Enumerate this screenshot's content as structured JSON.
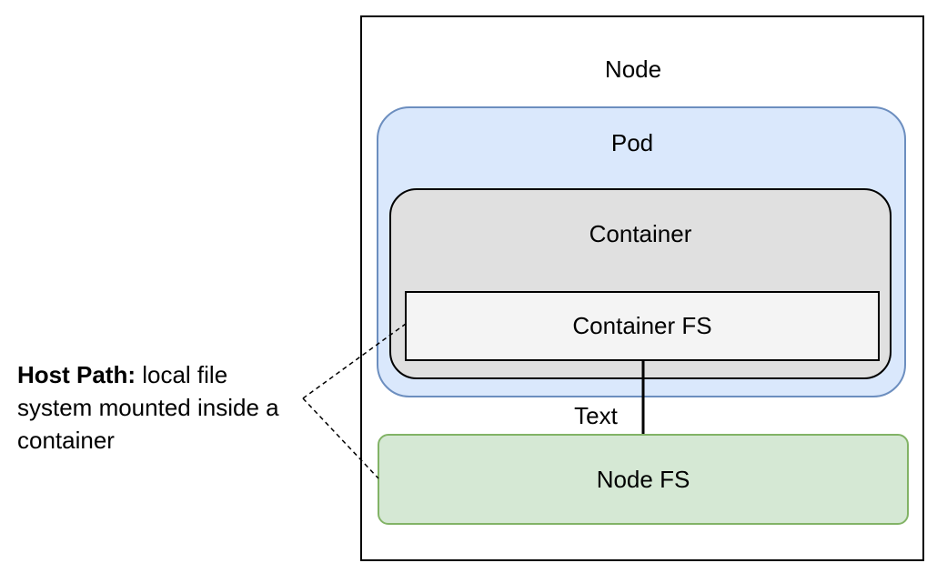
{
  "diagram": {
    "node": {
      "label": "Node"
    },
    "pod": {
      "label": "Pod"
    },
    "container": {
      "label": "Container"
    },
    "container_fs": {
      "label": "Container FS"
    },
    "node_fs": {
      "label": "Node FS"
    },
    "connector": {
      "label": "Text"
    },
    "annotation": {
      "title": "Host Path:",
      "body": " local file system mounted inside a container"
    },
    "colors": {
      "pod_fill": "#dae8fc",
      "pod_stroke": "#6c8ebf",
      "container_fill": "#e0e0e0",
      "container_fs_fill": "#f4f4f4",
      "node_fs_fill": "#d5e8d4",
      "node_fs_stroke": "#82b366"
    }
  }
}
